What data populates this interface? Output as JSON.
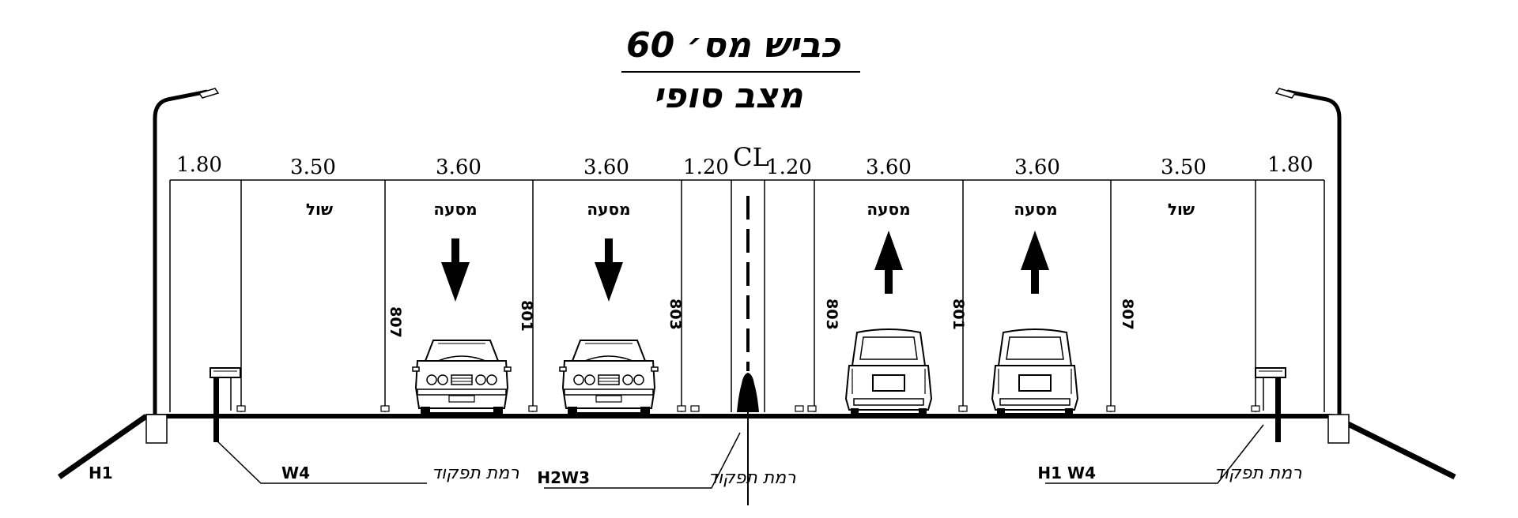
{
  "title": {
    "line1": "כביש מס׳ 60",
    "line2": "מצב סופי"
  },
  "centerline_label": "CL",
  "dimensions": [
    "1.80",
    "3.50",
    "3.60",
    "3.60",
    "1.20",
    "1.20",
    "3.60",
    "3.60",
    "3.50",
    "1.80"
  ],
  "lane_labels": {
    "shoulder": "שול",
    "lane": "מסעה"
  },
  "marking_numbers": {
    "left": [
      "807",
      "801",
      "803"
    ],
    "right": [
      "803",
      "801",
      "807"
    ]
  },
  "callouts": {
    "left_level": "H1",
    "left_text": "רמת תפקוד",
    "left_code": "W4",
    "center_text": "רמת תפקוד",
    "center_code": "H2W3",
    "right_text": "רמת תפקוד",
    "right_code": "H1 W4"
  }
}
